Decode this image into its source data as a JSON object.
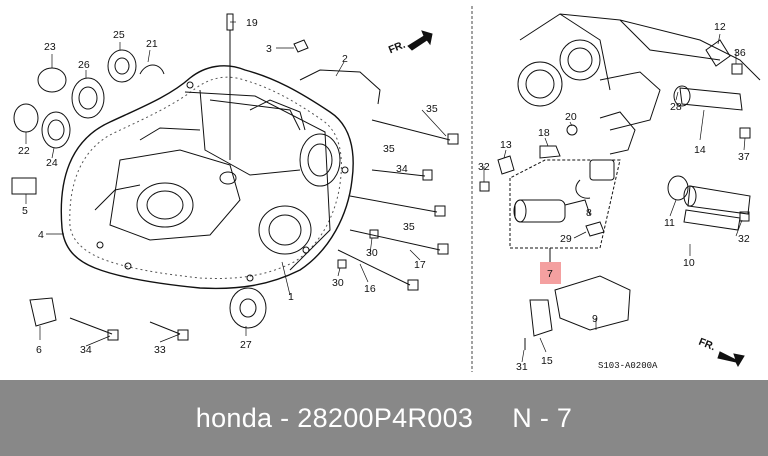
{
  "diagram": {
    "callouts": [
      "1",
      "2",
      "3",
      "4",
      "5",
      "6",
      "8",
      "9",
      "10",
      "11",
      "12",
      "13",
      "14",
      "15",
      "16",
      "17",
      "18",
      "19",
      "20",
      "21",
      "22",
      "23",
      "24",
      "25",
      "26",
      "27",
      "28",
      "29",
      "30",
      "31",
      "32",
      "33",
      "34",
      "35",
      "36",
      "37"
    ],
    "highlighted_callout": "7",
    "direction_label": "FR.",
    "reference_code": "S103-A0200A"
  },
  "caption": {
    "brand": "honda",
    "separator": " - ",
    "part_number": "28200P4R003",
    "position": "N - 7"
  },
  "colors": {
    "caption_bar": "#888888",
    "highlight_box": "#f4a0a0",
    "line": "#111111"
  }
}
